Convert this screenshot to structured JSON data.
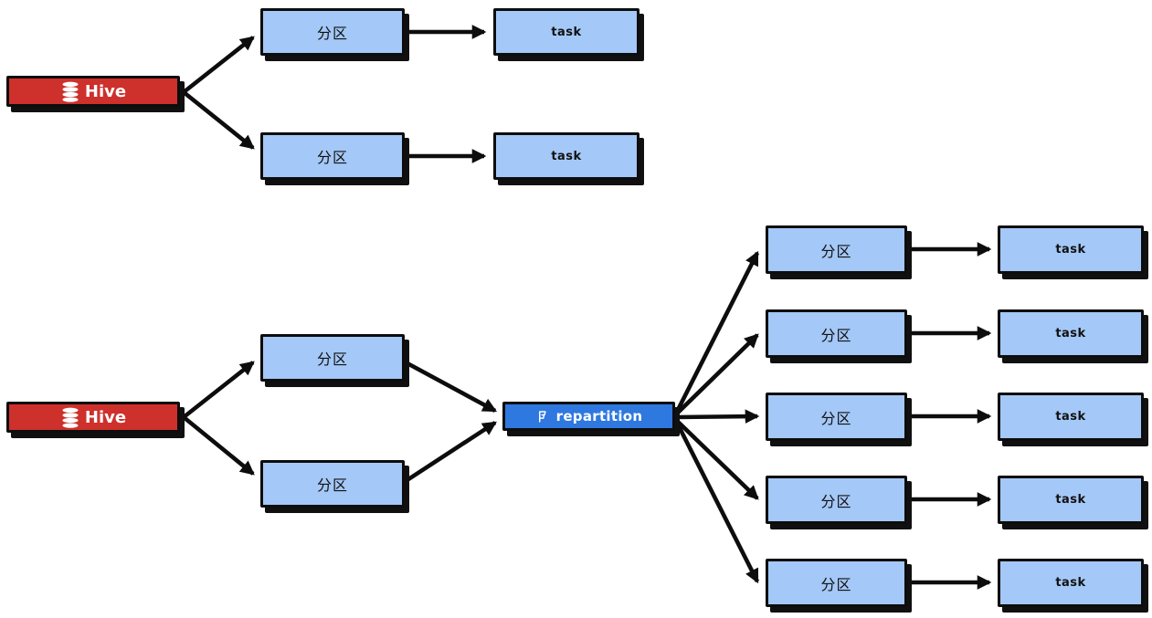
{
  "diagram": {
    "colors": {
      "partition_blue": "#a4c8f7",
      "hive_red": "#ce302c",
      "repartition_blue": "#2e78e0",
      "stroke_black": "#0d0d0d"
    },
    "scenario_direct": {
      "source_label": "Hive",
      "partitions": [
        {
          "label": "分区",
          "task_label": "task"
        },
        {
          "label": "分区",
          "task_label": "task"
        }
      ]
    },
    "scenario_repartition": {
      "source_label": "Hive",
      "input_partitions": [
        {
          "label": "分区"
        },
        {
          "label": "分区"
        }
      ],
      "repartition_label": "repartition",
      "output_partitions": [
        {
          "label": "分区",
          "task_label": "task"
        },
        {
          "label": "分区",
          "task_label": "task"
        },
        {
          "label": "分区",
          "task_label": "task"
        },
        {
          "label": "分区",
          "task_label": "task"
        },
        {
          "label": "分区",
          "task_label": "task"
        }
      ]
    }
  }
}
